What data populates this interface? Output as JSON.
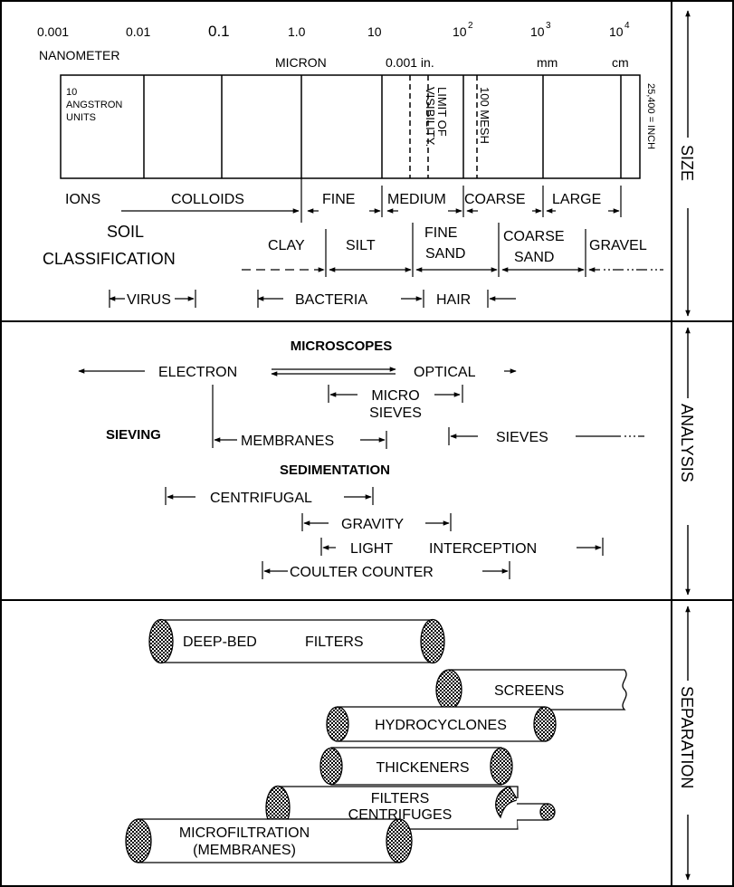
{
  "size_scale": {
    "tick_labels": [
      "0.001",
      "0.01",
      "0.1",
      "1.0",
      "10",
      "10",
      "10",
      "10"
    ],
    "tick_exponents": [
      "2",
      "3",
      "4"
    ],
    "unit_labels": [
      "NANOMETER",
      "MICRON",
      "0.001 in.",
      "mm",
      "cm"
    ],
    "box_notes": {
      "angstrom_line1": "10",
      "angstrom_line2": "ANGSTRON",
      "angstrom_line3": "UNITS",
      "visibility_line1": "LIMIT OF",
      "visibility_line2": "VISIBILITY.",
      "mesh": "100 MESH",
      "inch": "25,400 = INCH"
    },
    "ranges": [
      "IONS",
      "COLLOIDS",
      "FINE",
      "MEDIUM",
      "COARSE",
      "LARGE"
    ]
  },
  "soil": {
    "title_line1": "SOIL",
    "title_line2": "CLASSIFICATION",
    "classes": [
      "CLAY",
      "SILT",
      "FINE",
      "SAND",
      "COARSE",
      "SAND",
      "GRAVEL"
    ]
  },
  "particles": [
    "VIRUS",
    "BACTERIA",
    "HAIR"
  ],
  "analysis": {
    "microscopes_heading": "MICROSCOPES",
    "electron": "ELECTRON",
    "optical": "OPTICAL",
    "micro_line1": "MICRO",
    "micro_line2": "SIEVES",
    "sieving_heading": "SIEVING",
    "membranes": "MEMBRANES",
    "sieves": "SIEVES",
    "sedimentation_heading": "SEDIMENTATION",
    "centrifugal": "CENTRIFUGAL",
    "gravity": "GRAVITY",
    "light": "LIGHT",
    "interception": "INTERCEPTION",
    "coulter": "COULTER COUNTER"
  },
  "separation": {
    "deep_bed": "DEEP-BED",
    "filters": "FILTERS",
    "screens": "SCREENS",
    "hydrocyclones": "HYDROCYCLONES",
    "thickeners": "THICKENERS",
    "filters_centrifuges_line1": "FILTERS",
    "filters_centrifuges_line2": "CENTRIFUGES",
    "microfiltration_line1": "MICROFILTRATION",
    "microfiltration_line2": "(MEMBRANES)"
  },
  "section_labels": [
    "SIZE",
    "ANALYSIS",
    "SEPARATION"
  ]
}
